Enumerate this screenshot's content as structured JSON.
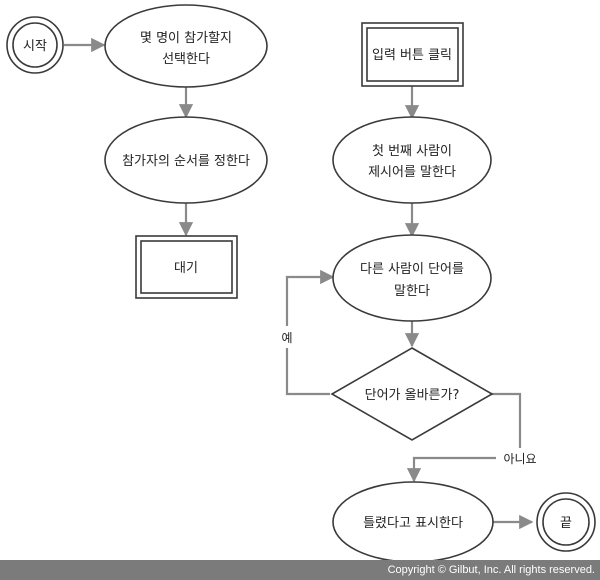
{
  "flowchart": {
    "start": "시작",
    "choose_count_line1": "몇 명이 참가할지",
    "choose_count_line2": "선택한다",
    "set_order": "참가자의 순서를 정한다",
    "wait": "대기",
    "click_input": "입력 버튼 클릭",
    "first_word_line1": "첫 번째 사람이",
    "first_word_line2": "제시어를 말한다",
    "other_word_line1": "다른 사람이 단어를",
    "other_word_line2": "말한다",
    "decision": "단어가 올바른가?",
    "yes": "예",
    "no": "아니요",
    "wrong": "틀렸다고 표시한다",
    "end": "끝"
  },
  "footer": {
    "copyright": "Copyright © Gilbut, Inc. All rights reserved."
  },
  "colors": {
    "connector": "#8a8a8a",
    "stroke": "#3a3a3a",
    "footer_bg": "#7b7b7b"
  }
}
